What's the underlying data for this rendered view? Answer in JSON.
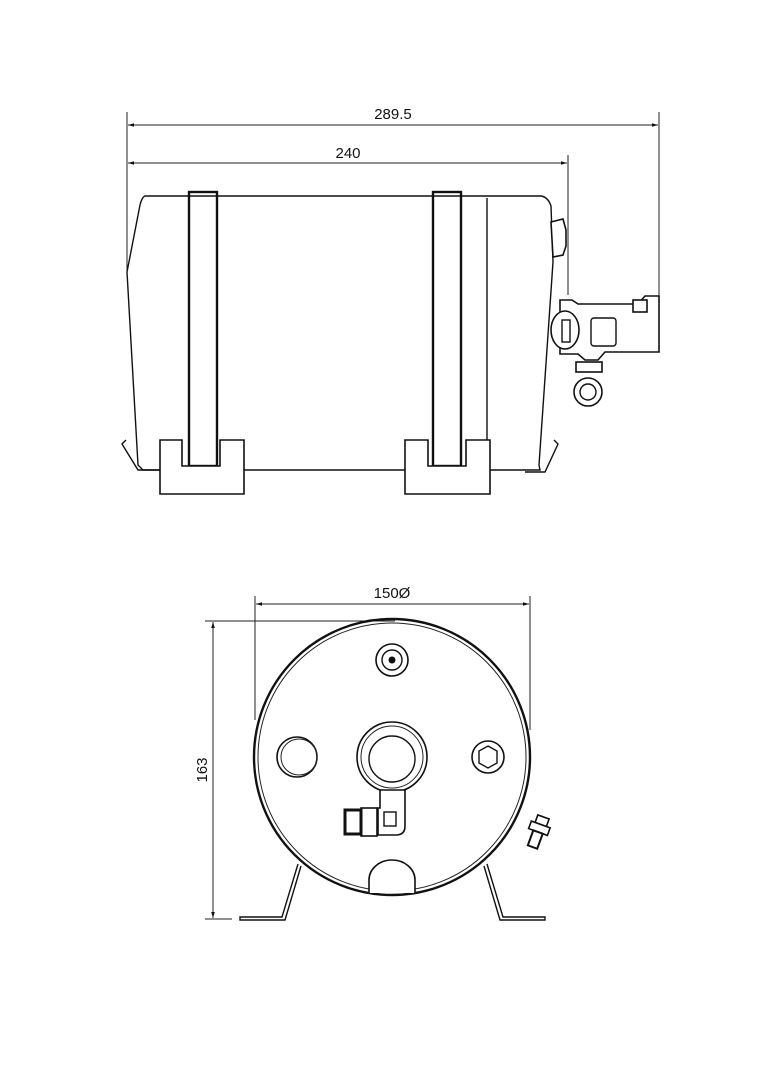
{
  "drawing": {
    "side_view": {
      "overall_length_label": "289.5",
      "body_length_label": "240"
    },
    "end_view": {
      "diameter_label": "150Ø",
      "height_label": "163"
    },
    "line_color": "#111111",
    "background_color": "#ffffff"
  }
}
